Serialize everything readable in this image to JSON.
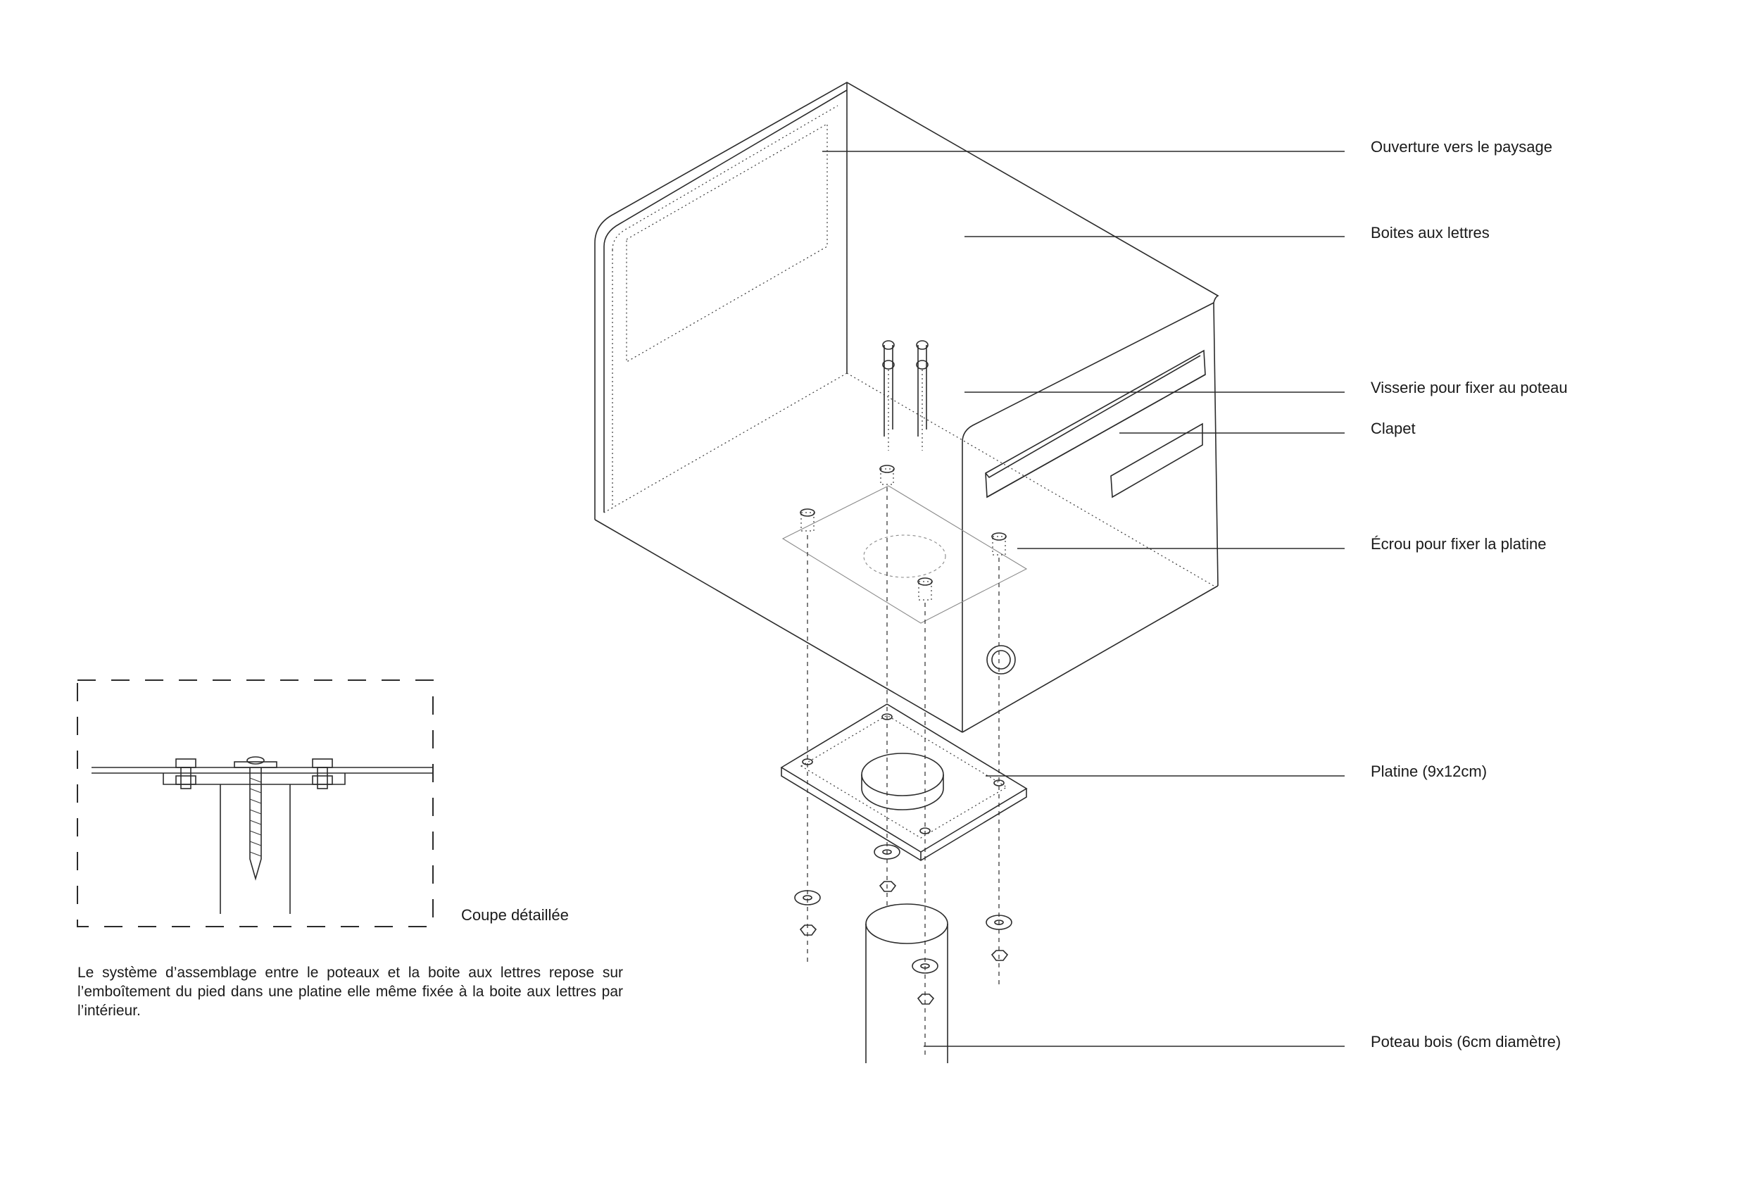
{
  "labels": {
    "ouverture": "Ouverture vers le paysage",
    "boites": "Boites aux lettres",
    "visserie": "Visserie pour fixer au poteau",
    "clapet": "Clapet",
    "ecrou": "Écrou pour fixer la platine",
    "platine": "Platine (9x12cm)",
    "poteau": "Poteau bois (6cm diamètre)"
  },
  "detail": {
    "caption": "Coupe détaillée",
    "description": "Le système d’assemblage entre le poteaux et la boite aux lettres repose sur l’emboîtement du pied dans une platine elle même fixée à la boite aux lettres par l’intérieur."
  }
}
